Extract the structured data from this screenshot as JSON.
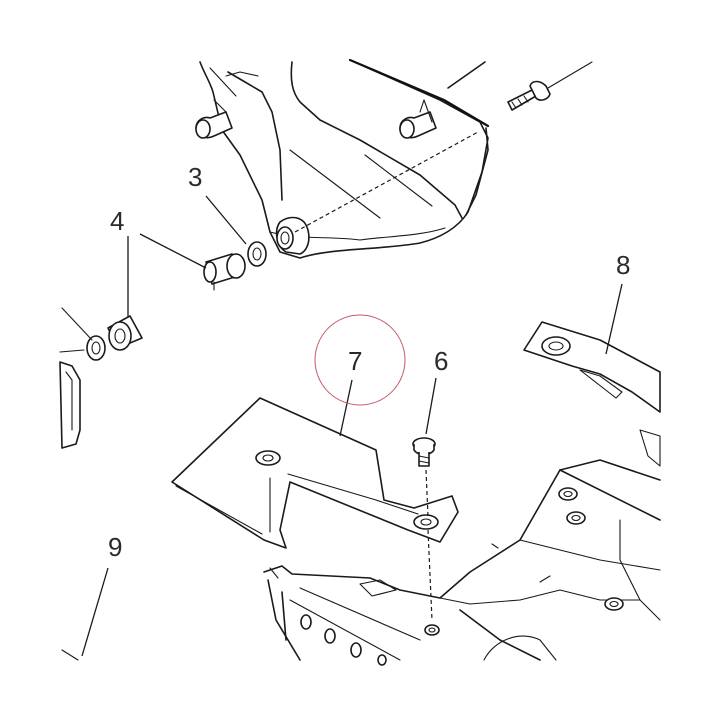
{
  "callouts": {
    "c3": "3",
    "c4": "4",
    "c6": "6",
    "c7": "7",
    "c8": "8",
    "c9": "9"
  },
  "colors": {
    "line": "#1a1a1a",
    "highlight_circle": "#c85a6a",
    "background": "#ffffff"
  },
  "highlighted_part": "7"
}
